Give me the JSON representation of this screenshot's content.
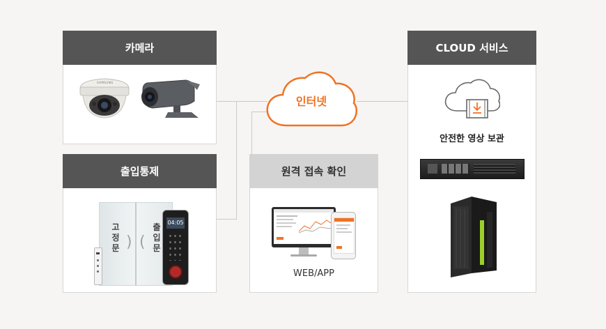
{
  "internet": {
    "label": "인터넷"
  },
  "camera": {
    "title": "카메라",
    "brand": "SAMSUNG"
  },
  "access": {
    "title": "출입통제",
    "door_left": [
      "고",
      "정",
      "문"
    ],
    "door_right": [
      "출",
      "입",
      "문"
    ],
    "reader_time": "04:05"
  },
  "remote": {
    "title": "원격 접속 확인",
    "caption": "WEB/APP"
  },
  "cloud_service": {
    "title": "CLOUD 서비스",
    "caption": "안전한 영상 보관"
  },
  "colors": {
    "accent": "#f07223",
    "header_dark": "#555555",
    "header_light": "#d3d3d3"
  }
}
